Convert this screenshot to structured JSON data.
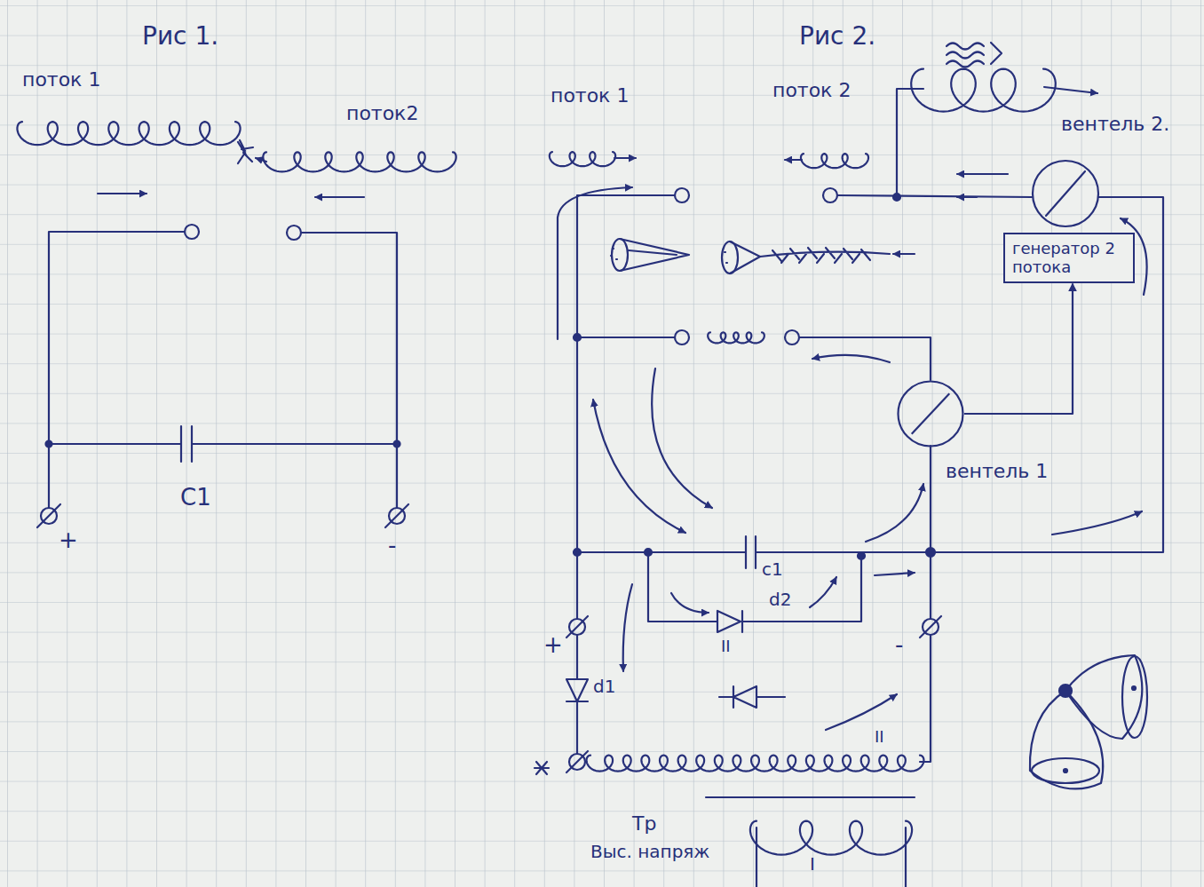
{
  "diagram": {
    "nodes": [
      {
        "text": [
          "генератор 2 потока"
        ]
      },
      {
        "text": [
          "вентель 1"
        ]
      }
    ],
    "edges": [
      {
        "from": 1,
        "to": 0,
        "arrow": "to"
      }
    ],
    "labels": [
      "Рис 1.",
      "поток 1",
      "поток2",
      "C1",
      "+",
      "-",
      "Рис 2.",
      "поток 1",
      "поток 2",
      "вентель 2.",
      "c1",
      "d2",
      "II",
      "+",
      "-",
      "d1",
      "II",
      "I",
      "Тр",
      "Выс. напряж"
    ]
  }
}
